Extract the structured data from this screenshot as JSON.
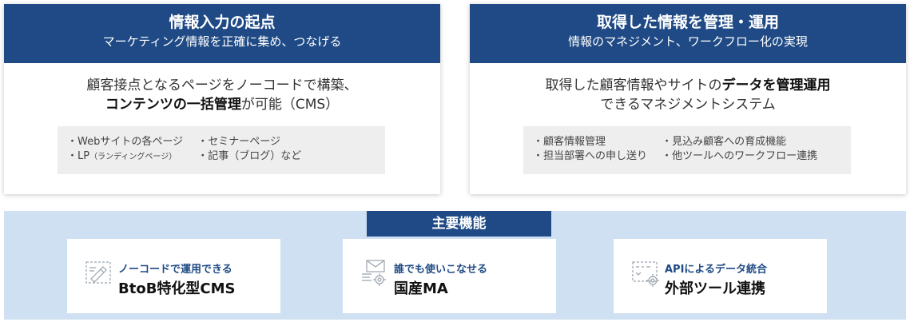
{
  "left_card": {
    "title": "情報入力の起点",
    "subtitle": "マーケティング情報を正確に集め、つなげる",
    "desc_line1": "顧客接点となるページをノーコードで構築、",
    "desc_bold": "コンテンツの一括管理",
    "desc_line2_rest": "が可能（CMS）",
    "list_col1": [
      "・Webサイトの各ページ",
      "・LP"
    ],
    "list_col1_note": "（ランディングページ）",
    "list_col2": [
      "・セミナーページ",
      "・記事（ブログ）など"
    ]
  },
  "right_card": {
    "title": "取得した情報を管理・運用",
    "subtitle": "情報のマネジメント、ワークフロー化の実現",
    "desc_line1_pre": "取得した顧客情報やサイトの",
    "desc_bold": "データを管理運用",
    "desc_line2": "できるマネジメントシステム",
    "list_col1": [
      "・顧客情報管理",
      "・担当部署への申し送り"
    ],
    "list_col2": [
      "・見込み顧客への育成機能",
      "・他ツールへのワークフロー連携"
    ]
  },
  "features": {
    "label": "主要機能",
    "items": [
      {
        "sub": "ノーコードで運用できる",
        "main": "BtoB特化型CMS",
        "icon": "cms-edit-icon"
      },
      {
        "sub": "誰でも使いこなせる",
        "main": "国産MA",
        "icon": "mail-gear-icon"
      },
      {
        "sub": "APIによるデータ統合",
        "main": "外部ツール連携",
        "icon": "api-gear-icon"
      }
    ]
  },
  "colors": {
    "navy": "#1f4a85",
    "band": "#cfe0f2",
    "list_bg": "#eeeeee"
  }
}
